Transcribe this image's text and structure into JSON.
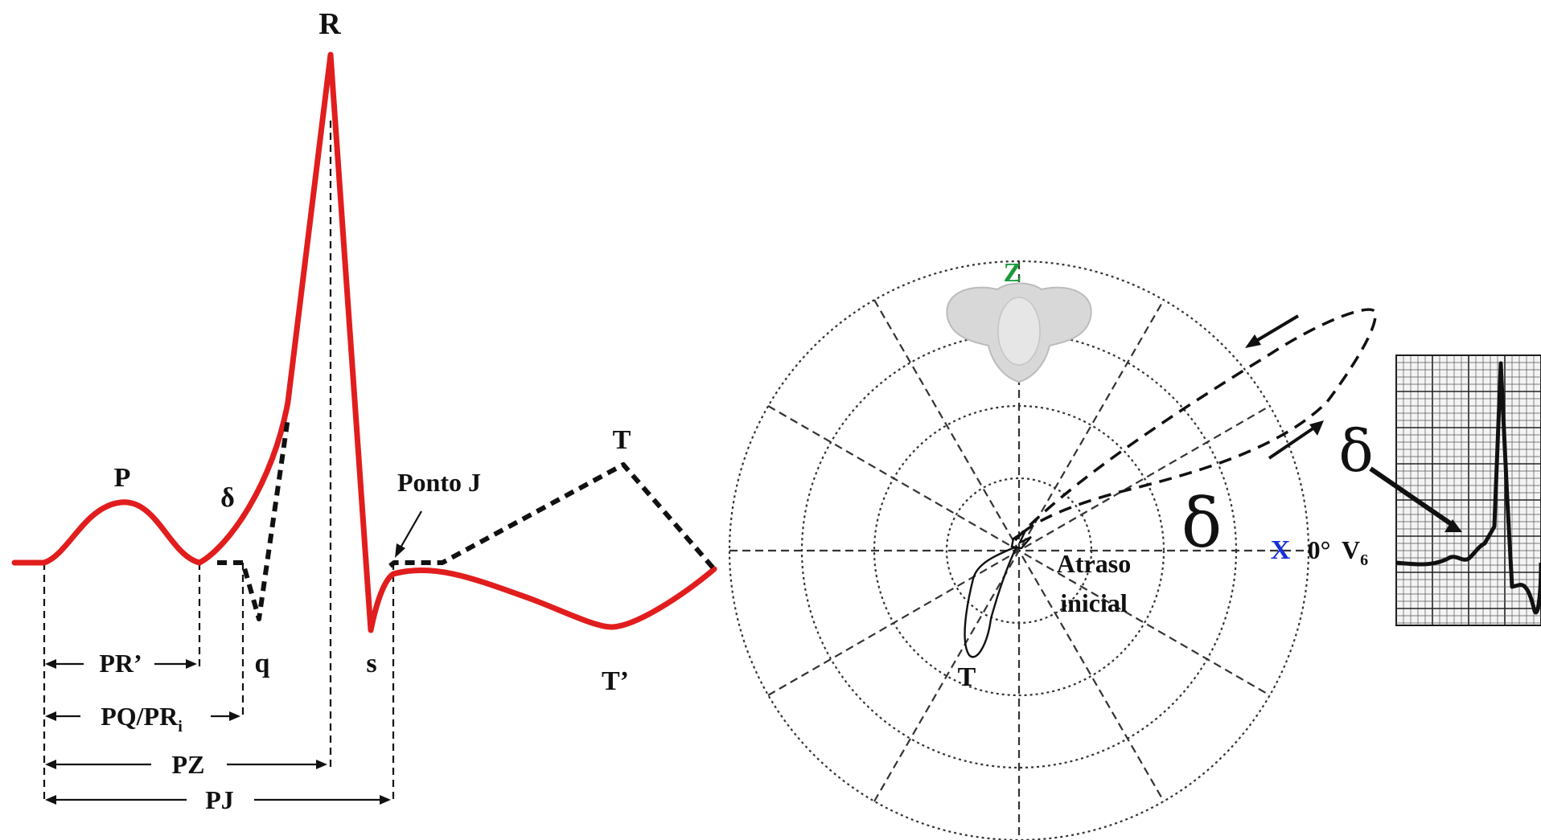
{
  "ecg_diagram": {
    "wave_labels": {
      "R": "R",
      "P": "P",
      "delta": "δ",
      "q": "q",
      "s": "s",
      "T": "T",
      "T_prime": "T’",
      "ponto_j": "Ponto J"
    },
    "intervals": {
      "pr_prime": "PR’",
      "pq_pri_main": "PQ/PR",
      "pq_pri_sub": "i",
      "pz": "PZ",
      "pj": "PJ"
    },
    "colors": {
      "normal_trace": "#e11d1d",
      "altered_trace": "#111111"
    }
  },
  "vectorcardiogram": {
    "axis_z": "Z",
    "axis_x": "X",
    "angle_label": "0°",
    "lead_main": "V",
    "lead_sub": "6",
    "delta_label": "δ",
    "annotation_line1": "Atraso",
    "annotation_line2": "inicial",
    "t_loop_label": "T",
    "colors": {
      "z_axis": "#1a9a3a",
      "x_axis": "#1530d8"
    }
  },
  "ecg_strip": {
    "delta_label": "δ"
  }
}
